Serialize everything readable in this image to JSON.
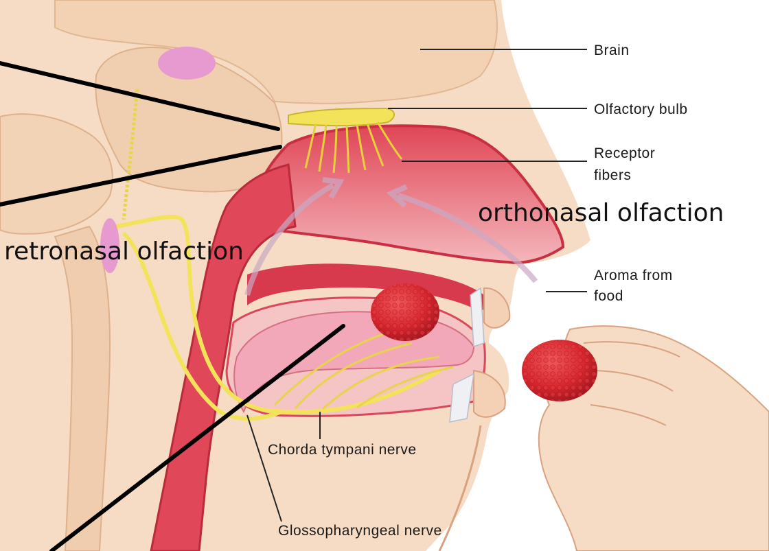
{
  "labels": {
    "brain": "Brain",
    "olfactory_bulb": "Olfactory bulb",
    "receptor_fibers_line1": "Receptor",
    "receptor_fibers_line2": "fibers",
    "aroma_line1": "Aroma from",
    "aroma_line2": "food",
    "chorda_tympani": "Chorda tympani nerve",
    "glossopharyngeal": "Glossopharyngeal nerve"
  },
  "annotations": {
    "orthonasal": "orthonasal olfaction",
    "retronasal": "retronasal olfaction"
  },
  "colors": {
    "skin": "#f6dcc4",
    "skin_shadow": "#eac5a5",
    "tissue_red": "#d23a4a",
    "mucosa_pink": "#f0b3b8",
    "nerve_yellow": "#f3e35a",
    "raspberry": "#d8262e",
    "callout_black": "#000000"
  },
  "icons": {
    "food": "raspberry-icon",
    "hand": "hand-icon"
  }
}
